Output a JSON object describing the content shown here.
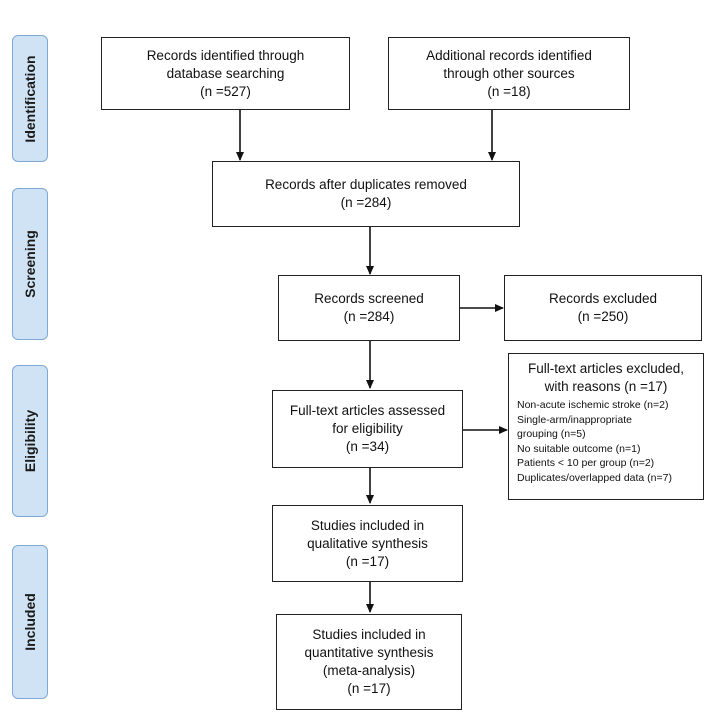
{
  "stages": [
    {
      "id": "identification",
      "label": "Identification"
    },
    {
      "id": "screening",
      "label": "Screening"
    },
    {
      "id": "eligibility",
      "label": "Eligibility"
    },
    {
      "id": "included",
      "label": "Included"
    }
  ],
  "boxes": {
    "records_identified": [
      "Records identified through",
      "database searching",
      "(n =527)"
    ],
    "additional_records": [
      "Additional records identified",
      "through other sources",
      "(n =18)"
    ],
    "after_duplicates": [
      "Records after duplicates removed",
      "(n =284)"
    ],
    "screened": [
      "Records screened",
      "(n =284)"
    ],
    "excluded": [
      "Records excluded",
      "(n =250)"
    ],
    "fulltext_assessed": [
      "Full-text articles assessed",
      "for eligibility",
      "(n =34)"
    ],
    "qualitative": [
      "Studies included in",
      "qualitative synthesis",
      "(n =17)"
    ],
    "quantitative": [
      "Studies included in",
      "quantitative synthesis",
      "(meta-analysis)",
      "(n =17)"
    ]
  },
  "fulltext_excluded": {
    "heading": [
      "Full-text articles excluded,",
      "with reasons (n =17)"
    ],
    "reasons": [
      "Non-acute ischemic stroke (n=2)",
      "Single-arm/inappropriate",
      "grouping (n=5)",
      "No suitable outcome (n=1)",
      "Patients < 10 per group (n=2)",
      "Duplicates/overlapped data (n=7)"
    ]
  }
}
